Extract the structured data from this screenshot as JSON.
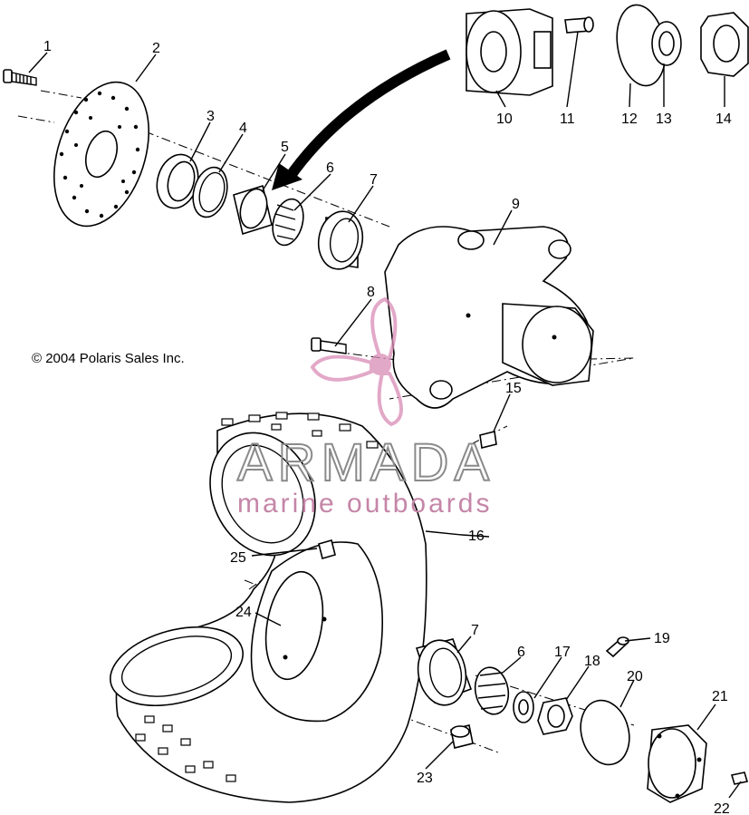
{
  "copyright": "© 2004 Polaris Sales Inc.",
  "watermark": {
    "brand": "ARMADA",
    "tagline": "marine outboards",
    "logo_icon": "propeller-icon",
    "colors": {
      "pink": "#d98bb5",
      "gray": "#8a8a8a"
    }
  },
  "callouts": [
    {
      "id": "1",
      "label": "1"
    },
    {
      "id": "2",
      "label": "2"
    },
    {
      "id": "3",
      "label": "3"
    },
    {
      "id": "4",
      "label": "4"
    },
    {
      "id": "5",
      "label": "5"
    },
    {
      "id": "6a",
      "label": "6"
    },
    {
      "id": "7a",
      "label": "7"
    },
    {
      "id": "8",
      "label": "8"
    },
    {
      "id": "9",
      "label": "9"
    },
    {
      "id": "10",
      "label": "10"
    },
    {
      "id": "11",
      "label": "11"
    },
    {
      "id": "12",
      "label": "12"
    },
    {
      "id": "13",
      "label": "13"
    },
    {
      "id": "14",
      "label": "14"
    },
    {
      "id": "15",
      "label": "15"
    },
    {
      "id": "16",
      "label": "16"
    },
    {
      "id": "17",
      "label": "17"
    },
    {
      "id": "18",
      "label": "18"
    },
    {
      "id": "19",
      "label": "19"
    },
    {
      "id": "20",
      "label": "20"
    },
    {
      "id": "21",
      "label": "21"
    },
    {
      "id": "22",
      "label": "22"
    },
    {
      "id": "23",
      "label": "23"
    },
    {
      "id": "24",
      "label": "24"
    },
    {
      "id": "25",
      "label": "25"
    },
    {
      "id": "6b",
      "label": "6"
    },
    {
      "id": "7b",
      "label": "7"
    }
  ]
}
